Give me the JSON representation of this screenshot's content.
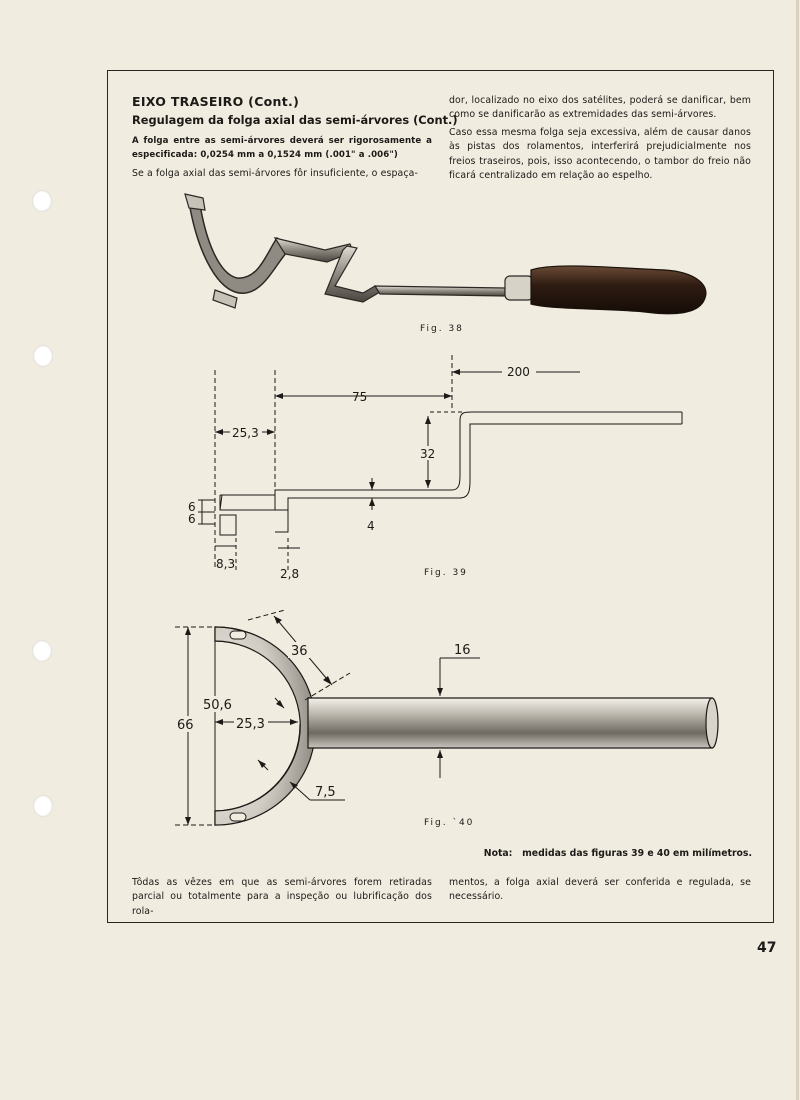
{
  "header": {
    "title": "EIXO TRASEIRO (Cont.)",
    "subtitle": "Regulagem da folga axial das semi-árvores (Cont.)"
  },
  "intro": {
    "bold_text": "A folga entre as semi-árvores deverá ser rigorosamente a especificada: 0,0254 mm a 0,1524 mm (.001\" a .006\")",
    "para_left": "Se a folga axial das semi-árvores fôr insuficiente, o espaça-",
    "para_right_1": "dor, localizado no eixo dos satélites, poderá se danificar, bem como se danificarão as extremidades das semi-árvores.",
    "para_right_2": "Caso essa mesma folga seja excessiva, além de causar danos às pistas dos rolamentos, interferirá prejudicialmente nos freios traseiros, pois, isso acontecendo, o tambor do freio não ficará centralizado em relação ao espelho."
  },
  "figures": {
    "fig38": "Fig. 38",
    "fig39": "Fig. 39",
    "fig40": "Fig. `40"
  },
  "fig39_dims": {
    "d200": "200",
    "d75": "75",
    "d25_3": "25,3",
    "d32": "32",
    "d6a": "6",
    "d6b": "6",
    "d4": "4",
    "d8_3": "8,3",
    "d2_8": "2,8"
  },
  "fig40_dims": {
    "d36": "36",
    "d16": "16",
    "d50_6": "50,6",
    "d66": "66",
    "d25_3": "25,3",
    "d7_5": "7,5"
  },
  "note": {
    "label": "Nota:",
    "text": "medidas das figuras 39 e 40 em milímetros."
  },
  "footer": {
    "para_left": "Tôdas as vêzes em que as semi-árvores forem retiradas parcial ou totalmente para a inspeção ou lubrificação dos rola-",
    "para_right": "mentos, a folga axial deverá ser conferida e regulada, se necessário."
  },
  "page_number": "47",
  "colors": {
    "paper": "#f1ece0",
    "ink": "#1c1a17",
    "handle": "#3a2418",
    "metal": "#9a958c"
  }
}
